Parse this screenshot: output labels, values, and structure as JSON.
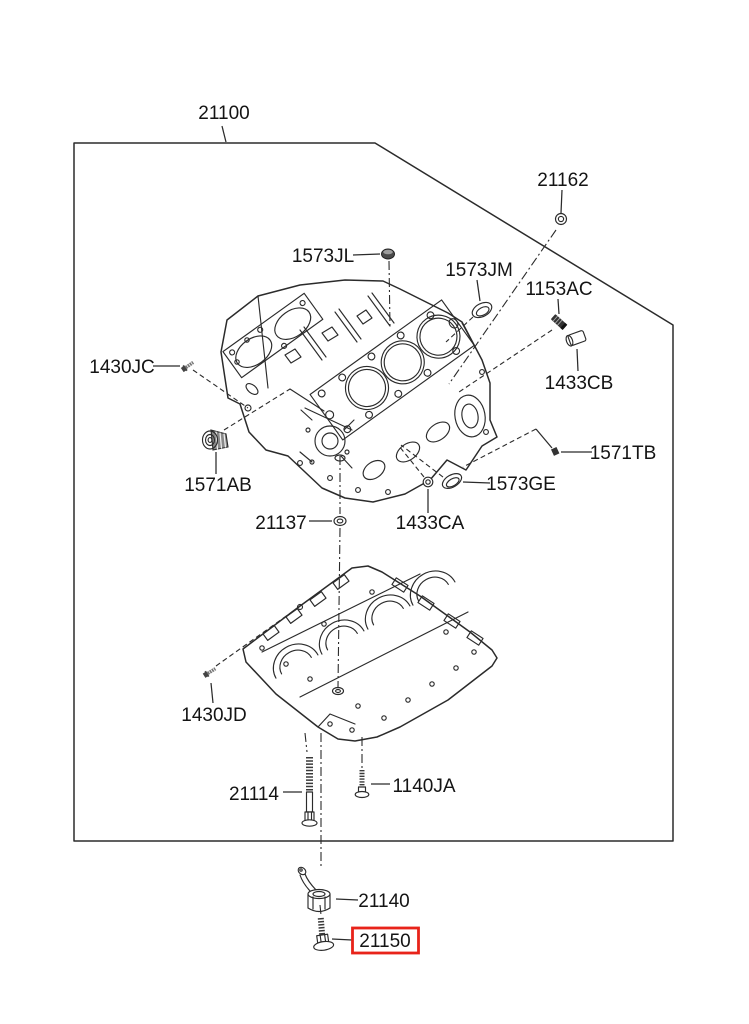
{
  "diagram": {
    "type": "parts-exploded-diagram",
    "line_color": "#2b2b2b",
    "highlight_color": "#e8231a",
    "assembly": {
      "code": "21100",
      "description_visible": false
    },
    "callouts": [
      {
        "code": "21100"
      },
      {
        "code": "21162"
      },
      {
        "code": "1573JL"
      },
      {
        "code": "1573JM"
      },
      {
        "code": "1153AC"
      },
      {
        "code": "1430JC"
      },
      {
        "code": "1433CB"
      },
      {
        "code": "1571TB"
      },
      {
        "code": "1571AB"
      },
      {
        "code": "1573GE"
      },
      {
        "code": "21137"
      },
      {
        "code": "1433CA"
      },
      {
        "code": "1430JD"
      },
      {
        "code": "21114"
      },
      {
        "code": "1140JA"
      },
      {
        "code": "21140"
      },
      {
        "code": "21150",
        "highlighted": true
      }
    ]
  }
}
